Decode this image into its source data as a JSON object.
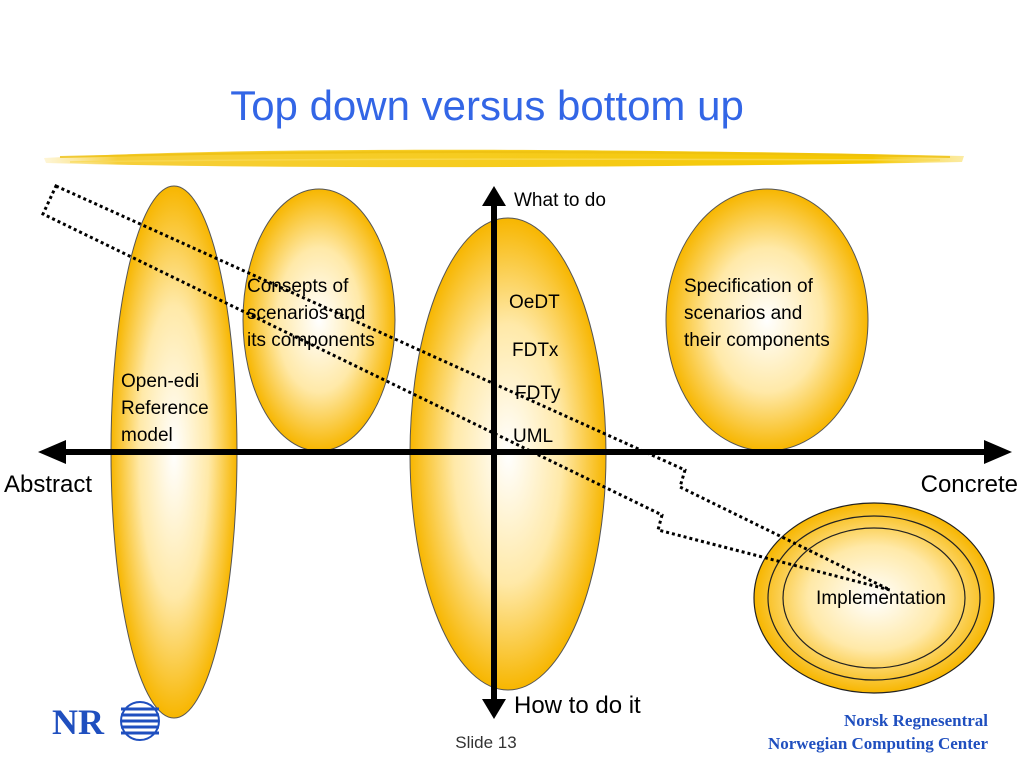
{
  "slide": {
    "title": "Top down versus bottom up",
    "slide_number": "Slide 13"
  },
  "diagram": {
    "axis_vertical_top": "What to do",
    "axis_vertical_bottom": "How to do it",
    "axis_horizontal_left": "Abstract",
    "axis_horizontal_right": "Concrete",
    "ellipse_reference_model": [
      "Open-edi",
      "Reference",
      "model"
    ],
    "ellipse_concepts": [
      "Consepts of",
      "scenarios and",
      "its components"
    ],
    "ellipse_languages": {
      "items": [
        "OeDT",
        "FDTx",
        "FDTy",
        "UML"
      ]
    },
    "ellipse_specification": [
      "Specification of",
      "scenarios and",
      "their components"
    ],
    "implementation": "Implementation"
  },
  "footer": {
    "logo_text": "NR",
    "org_line1": "Norsk Regnesentral",
    "org_line2": "Norwegian Computing Center"
  },
  "colors": {
    "title": "#3366e6",
    "ellipse_edge": "#f7b600",
    "ellipse_center": "#ffffff",
    "highlighter": "#f5c800",
    "org_text": "#1f4fbf"
  }
}
